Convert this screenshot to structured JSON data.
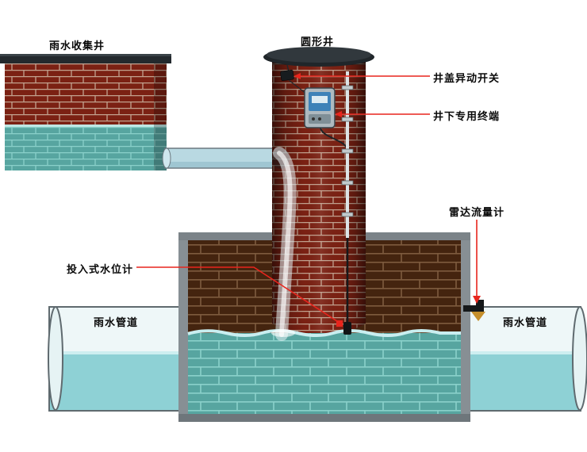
{
  "diagram": {
    "labels": {
      "collect_well": "雨水收集井",
      "round_well": "圆形井",
      "cover_switch": "井盖异动开关",
      "terminal": "井下专用终端",
      "radar_flowmeter": "雷达流量计",
      "level_gauge": "投入式水位计",
      "pipe_left": "雨水管道",
      "pipe_right": "雨水管道"
    },
    "colors": {
      "brick_red": "#7b2113",
      "brick_red_mortar": "#c2a28f",
      "brick_brown": "#44240f",
      "brick_brown_mortar": "#7d5b3e",
      "water_brick": "#57a5a0",
      "water_brick_mortar": "#8ad0ca",
      "water": "#8ed1d5",
      "annotation_red": "#e8251d",
      "cover_dark": "#23292d",
      "wall_gray": "#878f94"
    }
  }
}
